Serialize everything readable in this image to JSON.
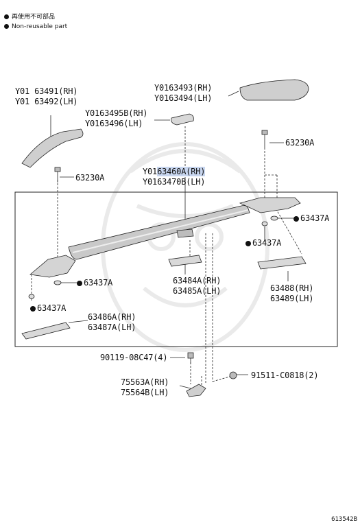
{
  "legend": {
    "item1": "再使用不可部品",
    "item2": "Non-reusable part"
  },
  "labels": {
    "p63491": "Y01 63491(RH)",
    "p63492": "Y01 63492(LH)",
    "p63493": "Y0163493(RH)",
    "p63494": "Y0163494(LH)",
    "p63495": "Y0163495B(RH)",
    "p63496": "Y0163496(LH)",
    "p63230_top": "63230A",
    "p63230_left": "63230A",
    "p63460_pre": "Y01",
    "p63460_hl": "63460A(RH)",
    "p63470": "Y0163470B(LH)",
    "p63437_r1": "63437A",
    "p63437_r2": "63437A",
    "p63437_l1": "63437A",
    "p63437_l2": "63437A",
    "p63484": "63484A(RH)",
    "p63485": "63485A(LH)",
    "p63488": "63488(RH)",
    "p63489": "63489(LH)",
    "p63486": "63486A(RH)",
    "p63487": "63487A(LH)",
    "p90119": "90119-08C47(4)",
    "p91511": "91511-C0818(2)",
    "p75563": "75563A(RH)",
    "p75564": "75564B(LH)"
  },
  "figure_id": "613542B"
}
